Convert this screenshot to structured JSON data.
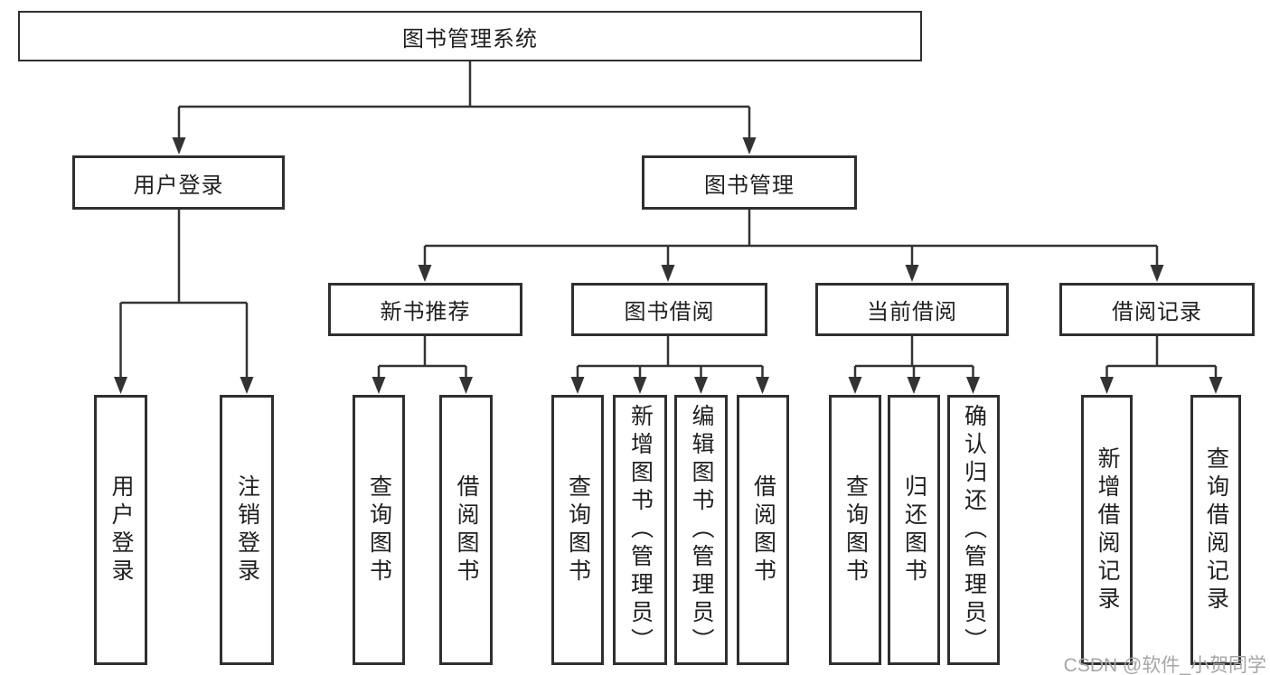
{
  "diagram_type": "hierarchy-tree",
  "colors": {
    "line": "#333333",
    "box_border": "#2f2f2f",
    "text": "#1f1f1f",
    "watermark": "#a6a6a6",
    "background": "#ffffff"
  },
  "tree": {
    "root": {
      "label": "图书管理系统",
      "children": [
        {
          "label": "用户登录",
          "children": [
            {
              "label": "用户登录"
            },
            {
              "label": "注销登录"
            }
          ]
        },
        {
          "label": "图书管理",
          "children": [
            {
              "label": "新书推荐",
              "children": [
                {
                  "label": "查询图书"
                },
                {
                  "label": "借阅图书"
                }
              ]
            },
            {
              "label": "图书借阅",
              "children": [
                {
                  "label": "查询图书"
                },
                {
                  "label": "新增图书（管理员）"
                },
                {
                  "label": "编辑图书（管理员）"
                },
                {
                  "label": "借阅图书"
                }
              ]
            },
            {
              "label": "当前借阅",
              "children": [
                {
                  "label": "查询图书"
                },
                {
                  "label": "归还图书"
                },
                {
                  "label": "确认归还（管理员）"
                }
              ]
            },
            {
              "label": "借阅记录",
              "children": [
                {
                  "label": "新增借阅记录"
                },
                {
                  "label": "查询借阅记录"
                }
              ]
            }
          ]
        }
      ]
    }
  },
  "watermark": {
    "text": "CSDN @软件_小贺同学"
  }
}
